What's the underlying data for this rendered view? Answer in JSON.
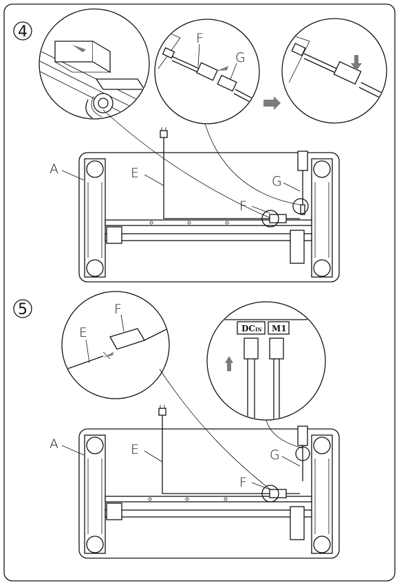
{
  "steps": {
    "step4": {
      "number": "4"
    },
    "step5": {
      "number": "5"
    }
  },
  "labels": {
    "a": "A",
    "e": "E",
    "f": "F",
    "g": "G"
  },
  "ports": {
    "dc_main": "DC",
    "dc_sub": "IN",
    "m1": "M1"
  },
  "colors": {
    "line": "#111111",
    "arrow": "#7b7b7b",
    "background": "#ffffff"
  }
}
